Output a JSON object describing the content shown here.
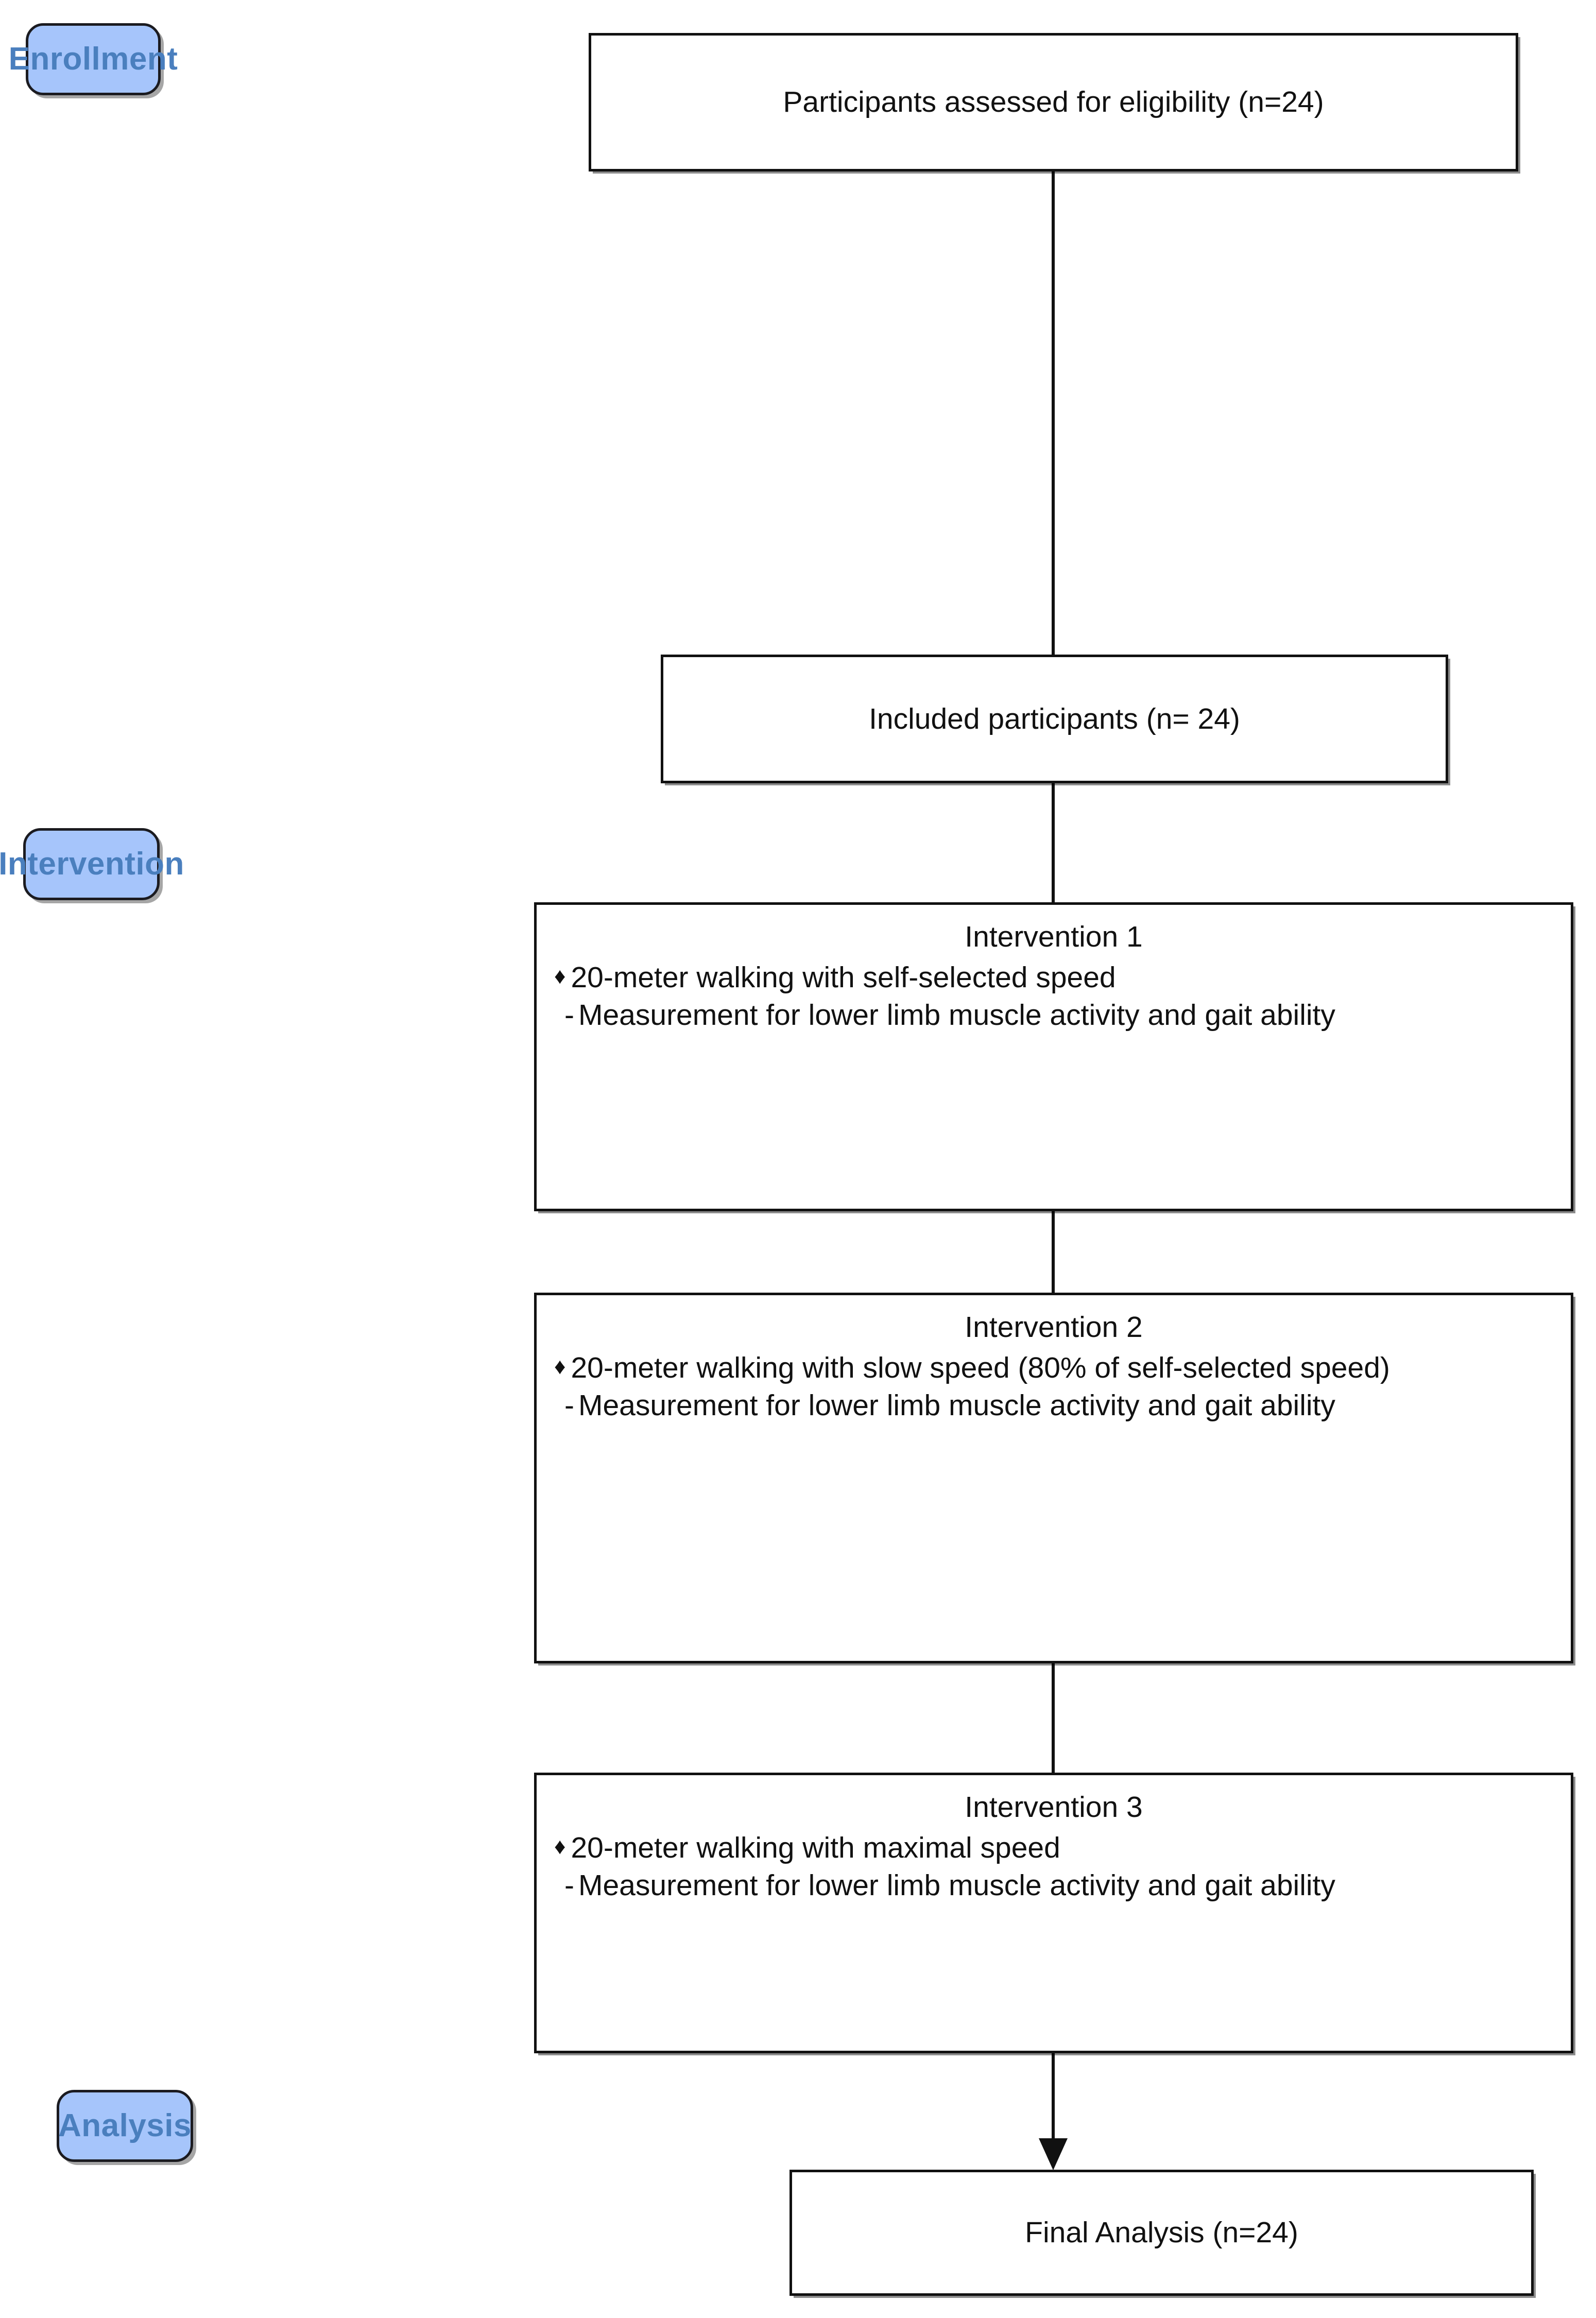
{
  "diagram": {
    "title": "Study flow diagram",
    "colors": {
      "badge_fill": "#a6c5fb",
      "badge_text": "#4a7fbe",
      "badge_border": "#1b1b20",
      "box_border": "#111111",
      "box_fill": "#ffffff",
      "connector": "#111111",
      "page_background": "#ffffff"
    },
    "stages": [
      {
        "id": "enrollment",
        "label": "Enrollment"
      },
      {
        "id": "intervention",
        "label": "Intervention"
      },
      {
        "id": "analysis",
        "label": "Analysis"
      }
    ],
    "nodes": {
      "eligibility": {
        "text": "Participants assessed for eligibility (n=24)"
      },
      "included": {
        "text": "Included participants (n= 24)"
      },
      "intervention1": {
        "title": "Intervention 1",
        "bullet_symbol": "♦",
        "bullet_text": "20-meter walking with self-selected speed",
        "dash_symbol": "-",
        "dash_text": "Measurement for lower limb muscle activity and gait ability"
      },
      "intervention2": {
        "title": "Intervention 2",
        "bullet_symbol": "♦",
        "bullet_text": "20-meter walking with slow speed (80% of self-selected speed)",
        "dash_symbol": "-",
        "dash_text": "Measurement for lower limb muscle activity and gait ability"
      },
      "intervention3": {
        "title": "Intervention 3",
        "bullet_symbol": "♦",
        "bullet_text": "20-meter walking with maximal speed",
        "dash_symbol": "-",
        "dash_text": "Measurement for lower limb muscle activity and gait ability"
      },
      "final": {
        "text": "Final Analysis (n=24)"
      }
    },
    "connectors": [
      {
        "id": "eligibility-to-included",
        "from": "eligibility",
        "to": "included",
        "arrow": false
      },
      {
        "id": "included-to-intervention1",
        "from": "included",
        "to": "intervention1",
        "arrow": false
      },
      {
        "id": "intervention1-to-intervention2",
        "from": "intervention1",
        "to": "intervention2",
        "arrow": false
      },
      {
        "id": "intervention2-to-intervention3",
        "from": "intervention2",
        "to": "intervention3",
        "arrow": false
      },
      {
        "id": "intervention3-to-final",
        "from": "intervention3",
        "to": "final",
        "arrow": true
      }
    ]
  }
}
